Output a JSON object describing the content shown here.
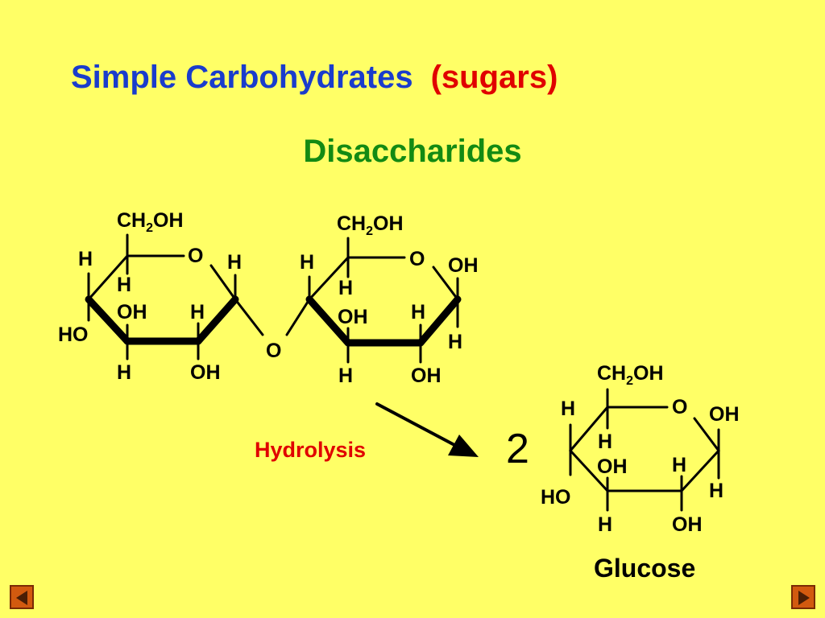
{
  "slide": {
    "title_main": "Simple Carbohydrates",
    "title_paren": "(sugars)",
    "subtitle": "Disaccharides",
    "reaction_label": "Hydrolysis",
    "product_count": "2",
    "product_name": "Glucose"
  },
  "disaccharide": {
    "ring1": {
      "ch2oh_prefix": "CH",
      "ch2oh_sub": "2",
      "ch2oh_suffix": "OH",
      "ring_o": "O",
      "c4_h": "H",
      "c4_ho": "HO",
      "c5_h": "H",
      "c3_oh": "OH",
      "c3_h": "H",
      "c2_h": "H",
      "c2_oh": "OH",
      "c1_h": "H"
    },
    "bridge_o": "O",
    "ring2": {
      "ch2oh_prefix": "CH",
      "ch2oh_sub": "2",
      "ch2oh_suffix": "OH",
      "ring_o": "O",
      "c4_h": "H",
      "c5_h": "H",
      "c3_oh": "OH",
      "c3_h": "H",
      "c2_h": "H",
      "c2_oh": "OH",
      "c1_oh": "OH",
      "c1_h": "H"
    }
  },
  "glucose": {
    "ch2oh_prefix": "CH",
    "ch2oh_sub": "2",
    "ch2oh_suffix": "OH",
    "ring_o": "O",
    "c4_h": "H",
    "c4_ho": "HO",
    "c5_h": "H",
    "c3_oh": "OH",
    "c3_h": "H",
    "c2_h": "H",
    "c2_oh": "OH",
    "c1_oh": "OH",
    "c1_h": "H"
  },
  "colors": {
    "background": "#ffff66",
    "title_blue": "#1a3ccc",
    "accent_red": "#e00000",
    "subtitle_green": "#138a13",
    "nav_orange": "#d25a0f"
  },
  "navigation": {
    "prev_icon": "triangle-left-icon",
    "next_icon": "triangle-right-icon"
  }
}
